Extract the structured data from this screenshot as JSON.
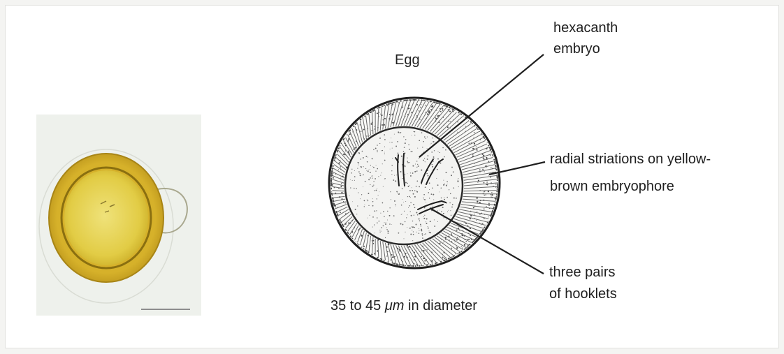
{
  "diagram": {
    "title": "Egg",
    "labels": {
      "hexacanth_line1": "hexacanth",
      "hexacanth_line2": "embryo",
      "radial_line1": "radial striations on yellow-",
      "radial_line2": "brown embryophore",
      "hooklets_line1": "three pairs",
      "hooklets_line2": "of hooklets"
    },
    "caption": {
      "prefix": "35 to 45 ",
      "unit": "μm",
      "suffix": " in diameter"
    }
  },
  "colors": {
    "yellow_shell": "#d7b226",
    "yolk": "#e6d24f",
    "ink": "#1f1f1f"
  }
}
